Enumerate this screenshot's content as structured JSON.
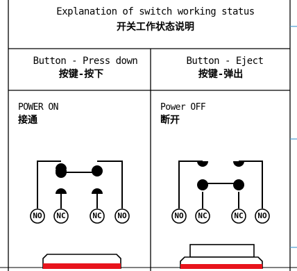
{
  "header": {
    "title_en": "Explanation of switch working status",
    "title_cn": "开关工作状态说明"
  },
  "columns": [
    {
      "heading_en": "Button - Press down",
      "heading_cn": "按键-按下",
      "state_en": "POWER ON",
      "state_cn": "接通",
      "terminals": [
        "NO",
        "NC",
        "NC",
        "NO"
      ]
    },
    {
      "heading_en": "Button - Eject",
      "heading_cn": "按键-弹出",
      "state_en": "Power OFF",
      "state_cn": "断开",
      "terminals": [
        "NO",
        "NC",
        "NC",
        "NO"
      ]
    }
  ],
  "colors": {
    "line": "#000000",
    "button_base": "#e8141c",
    "side_rail": "#4a9bd0"
  }
}
